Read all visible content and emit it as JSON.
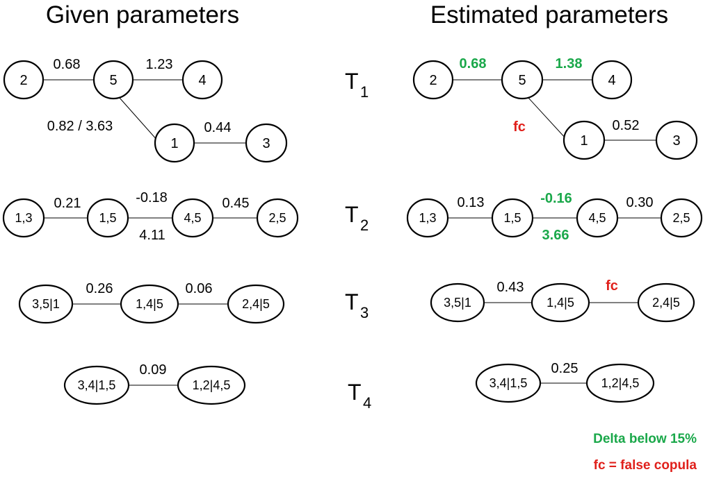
{
  "titles": {
    "left": "Given parameters",
    "right": "Estimated parameters"
  },
  "trees": [
    {
      "letter": "T",
      "sub": "1"
    },
    {
      "letter": "T",
      "sub": "2"
    },
    {
      "letter": "T",
      "sub": "3"
    },
    {
      "letter": "T",
      "sub": "4"
    }
  ],
  "given": {
    "t1": {
      "nodes": [
        "2",
        "5",
        "4",
        "1",
        "3"
      ],
      "edges": [
        "0.68",
        "1.23",
        "0.82 / 3.63",
        "0.44"
      ]
    },
    "t2": {
      "nodes": [
        "1,3",
        "1,5",
        "4,5",
        "2,5"
      ],
      "edges": [
        "0.21",
        "-0.18",
        "4.11",
        "0.45"
      ]
    },
    "t3": {
      "nodes": [
        "3,5|1",
        "1,4|5",
        "2,4|5"
      ],
      "edges": [
        "0.26",
        "0.06"
      ]
    },
    "t4": {
      "nodes": [
        "3,4|1,5",
        "1,2|4,5"
      ],
      "edges": [
        "0.09"
      ]
    }
  },
  "estimated": {
    "t1": {
      "nodes": [
        "2",
        "5",
        "4",
        "1",
        "3"
      ],
      "edges": [
        "0.68",
        "1.38",
        "fc",
        "0.52"
      ]
    },
    "t2": {
      "nodes": [
        "1,3",
        "1,5",
        "4,5",
        "2,5"
      ],
      "edges": [
        "0.13",
        "-0.16",
        "3.66",
        "0.30"
      ]
    },
    "t3": {
      "nodes": [
        "3,5|1",
        "1,4|5",
        "2,4|5"
      ],
      "edges": [
        "0.43",
        "fc"
      ]
    },
    "t4": {
      "nodes": [
        "3,4|1,5",
        "1,2|4,5"
      ],
      "edges": [
        "0.25"
      ]
    }
  },
  "legend": {
    "green_text": "Delta below 15%",
    "red_text": "fc = false copula"
  },
  "colors": {
    "green": "#1aa84a",
    "red": "#e0201b"
  }
}
